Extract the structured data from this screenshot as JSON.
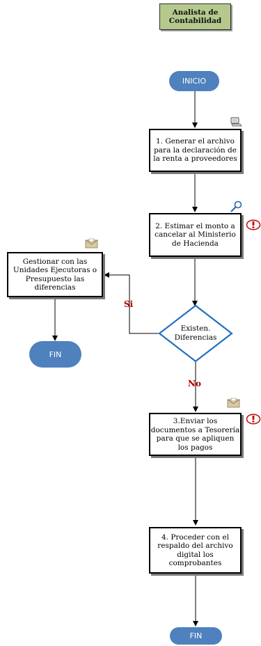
{
  "lane": {
    "title": "Analista de Contabilidad"
  },
  "start": {
    "label": "INICIO"
  },
  "steps": [
    {
      "text": "1. Generar el archivo para la declaración de la renta a proveedores",
      "icon": "computer-icon"
    },
    {
      "text": "2. Estimar el monto a cancelar al Ministerio de Hacienda",
      "icon": "magnifier-icon",
      "alert": "exclamation-icon"
    },
    {
      "text": "3.Enviar los documentos a Tesorería para que se apliquen los pagos",
      "icon": "mail-icon",
      "alert": "exclamation-icon"
    },
    {
      "text": "4. Proceder con el respaldo del archivo digital los comprobantes"
    }
  ],
  "decision": {
    "text": "Existen. Diferencias",
    "yes_label": "Si",
    "no_label": "No"
  },
  "side_task": {
    "text": "Gestionar con las Unidades Ejecutoras o Presupuesto las diferencias",
    "icon": "mail-icon"
  },
  "ends": {
    "side_label": "FIN",
    "main_label": "FIN"
  },
  "colors": {
    "terminator": "#4e81bd",
    "decision_border": "#1f6fc0",
    "lane_header": "#b5c98e",
    "branch_label": "#b00000"
  }
}
